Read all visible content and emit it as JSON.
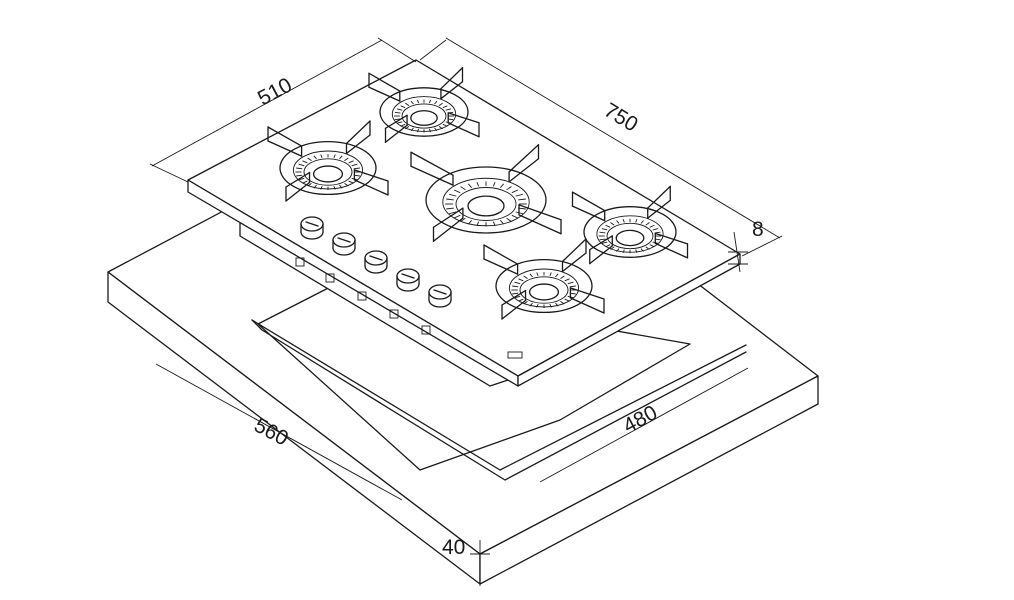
{
  "dimensions": {
    "hob_depth": "510",
    "hob_width": "750",
    "hob_thickness": "8",
    "cutout_width": "560",
    "cutout_depth": "480",
    "worktop_thickness": "40"
  },
  "hob": {
    "burner_count": 5,
    "knob_count": 5
  }
}
